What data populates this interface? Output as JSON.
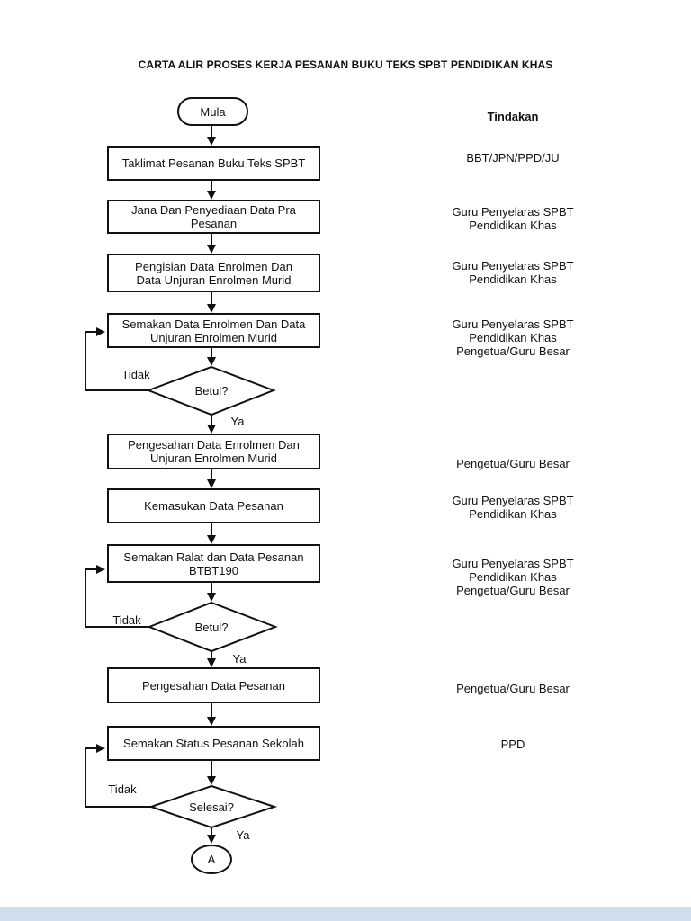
{
  "page": {
    "title": "CARTA ALIR PROSES KERJA PESANAN BUKU TEKS SPBT PENDIDIKAN KHAS",
    "column_header": "Tindakan"
  },
  "flowchart": {
    "start_label": "Mula",
    "connector_label": "A",
    "branch_labels": {
      "no": "Tidak",
      "yes": "Ya"
    },
    "steps": [
      {
        "label": "Taklimat Pesanan Buku Teks SPBT",
        "action": "BBT/JPN/PPD/JU"
      },
      {
        "label": "Jana Dan Penyediaan Data Pra\nPesanan",
        "action": "Guru Penyelaras SPBT\nPendidikan Khas"
      },
      {
        "label": "Pengisian Data Enrolmen Dan\nData Unjuran Enrolmen Murid",
        "action": "Guru Penyelaras SPBT\nPendidikan Khas"
      },
      {
        "label": "Semakan Data Enrolmen  Dan Data\nUnjuran Enrolmen Murid",
        "action": "Guru Penyelaras SPBT\nPendidikan Khas\nPengetua/Guru Besar"
      },
      {
        "label": "Pengesahan Data Enrolmen Dan\nUnjuran Enrolmen Murid",
        "action": "Pengetua/Guru Besar"
      },
      {
        "label": "Kemasukan Data Pesanan",
        "action": "Guru Penyelaras SPBT\nPendidikan Khas"
      },
      {
        "label": "Semakan Ralat dan Data Pesanan\nBTBT190",
        "action": "Guru Penyelaras SPBT\nPendidikan Khas\nPengetua/Guru Besar"
      },
      {
        "label": "Pengesahan Data Pesanan",
        "action": "Pengetua/Guru Besar"
      },
      {
        "label": "Semakan Status Pesanan Sekolah",
        "action": "PPD"
      }
    ],
    "decisions": [
      {
        "label": "Betul?"
      },
      {
        "label": "Betul?"
      },
      {
        "label": "Selesai?"
      }
    ]
  },
  "colors": {
    "line": "#111111",
    "background": "#ffffff",
    "footer_bar": "#cfdeee"
  }
}
